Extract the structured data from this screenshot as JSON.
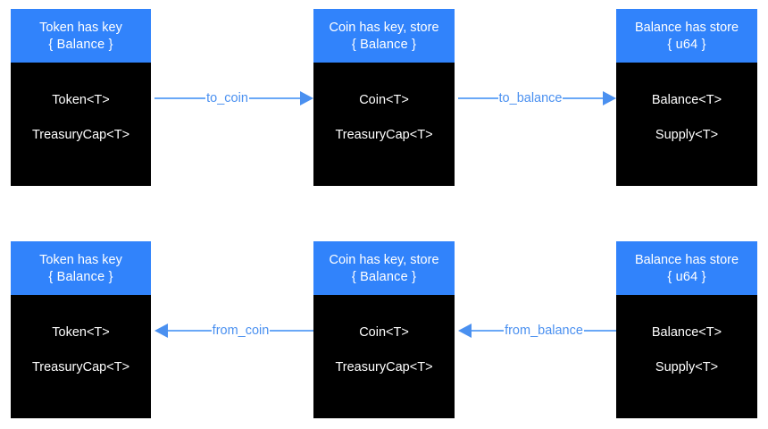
{
  "diagram": {
    "title": "Token / Coin / Balance conversion diagram",
    "colors": {
      "header_blue": "#3183fb",
      "body_black": "#000000",
      "edge_blue": "#4a90f0",
      "edge_line_blue": "#6aa8f7",
      "text_white": "#ffffff",
      "background": "#ffffff"
    },
    "rows": [
      {
        "name": "forward-row",
        "nodes": [
          {
            "id": "token",
            "header_line1": "Token has key",
            "header_line2": "{ Balance }",
            "body_line1": "Token<T>",
            "body_line2": "TreasuryCap<T>"
          },
          {
            "id": "coin",
            "header_line1": "Coin has key, store",
            "header_line2": "{ Balance }",
            "body_line1": "Coin<T>",
            "body_line2": "TreasuryCap<T>"
          },
          {
            "id": "balance",
            "header_line1": "Balance has store",
            "header_line2": "{ u64 }",
            "body_line1": "Balance<T>",
            "body_line2": "Supply<T>"
          }
        ],
        "edges": [
          {
            "id": "to-coin",
            "label": "to_coin",
            "direction": "right"
          },
          {
            "id": "to-balance",
            "label": "to_balance",
            "direction": "right"
          }
        ]
      },
      {
        "name": "reverse-row",
        "nodes": [
          {
            "id": "token",
            "header_line1": "Token has key",
            "header_line2": "{ Balance }",
            "body_line1": "Token<T>",
            "body_line2": "TreasuryCap<T>"
          },
          {
            "id": "coin",
            "header_line1": "Coin has key, store",
            "header_line2": "{ Balance }",
            "body_line1": "Coin<T>",
            "body_line2": "TreasuryCap<T>"
          },
          {
            "id": "balance",
            "header_line1": "Balance has store",
            "header_line2": "{ u64 }",
            "body_line1": "Balance<T>",
            "body_line2": "Supply<T>"
          }
        ],
        "edges": [
          {
            "id": "from-coin",
            "label": "from_coin",
            "direction": "left"
          },
          {
            "id": "from-balance",
            "label": "from_balance",
            "direction": "left"
          }
        ]
      }
    ]
  }
}
